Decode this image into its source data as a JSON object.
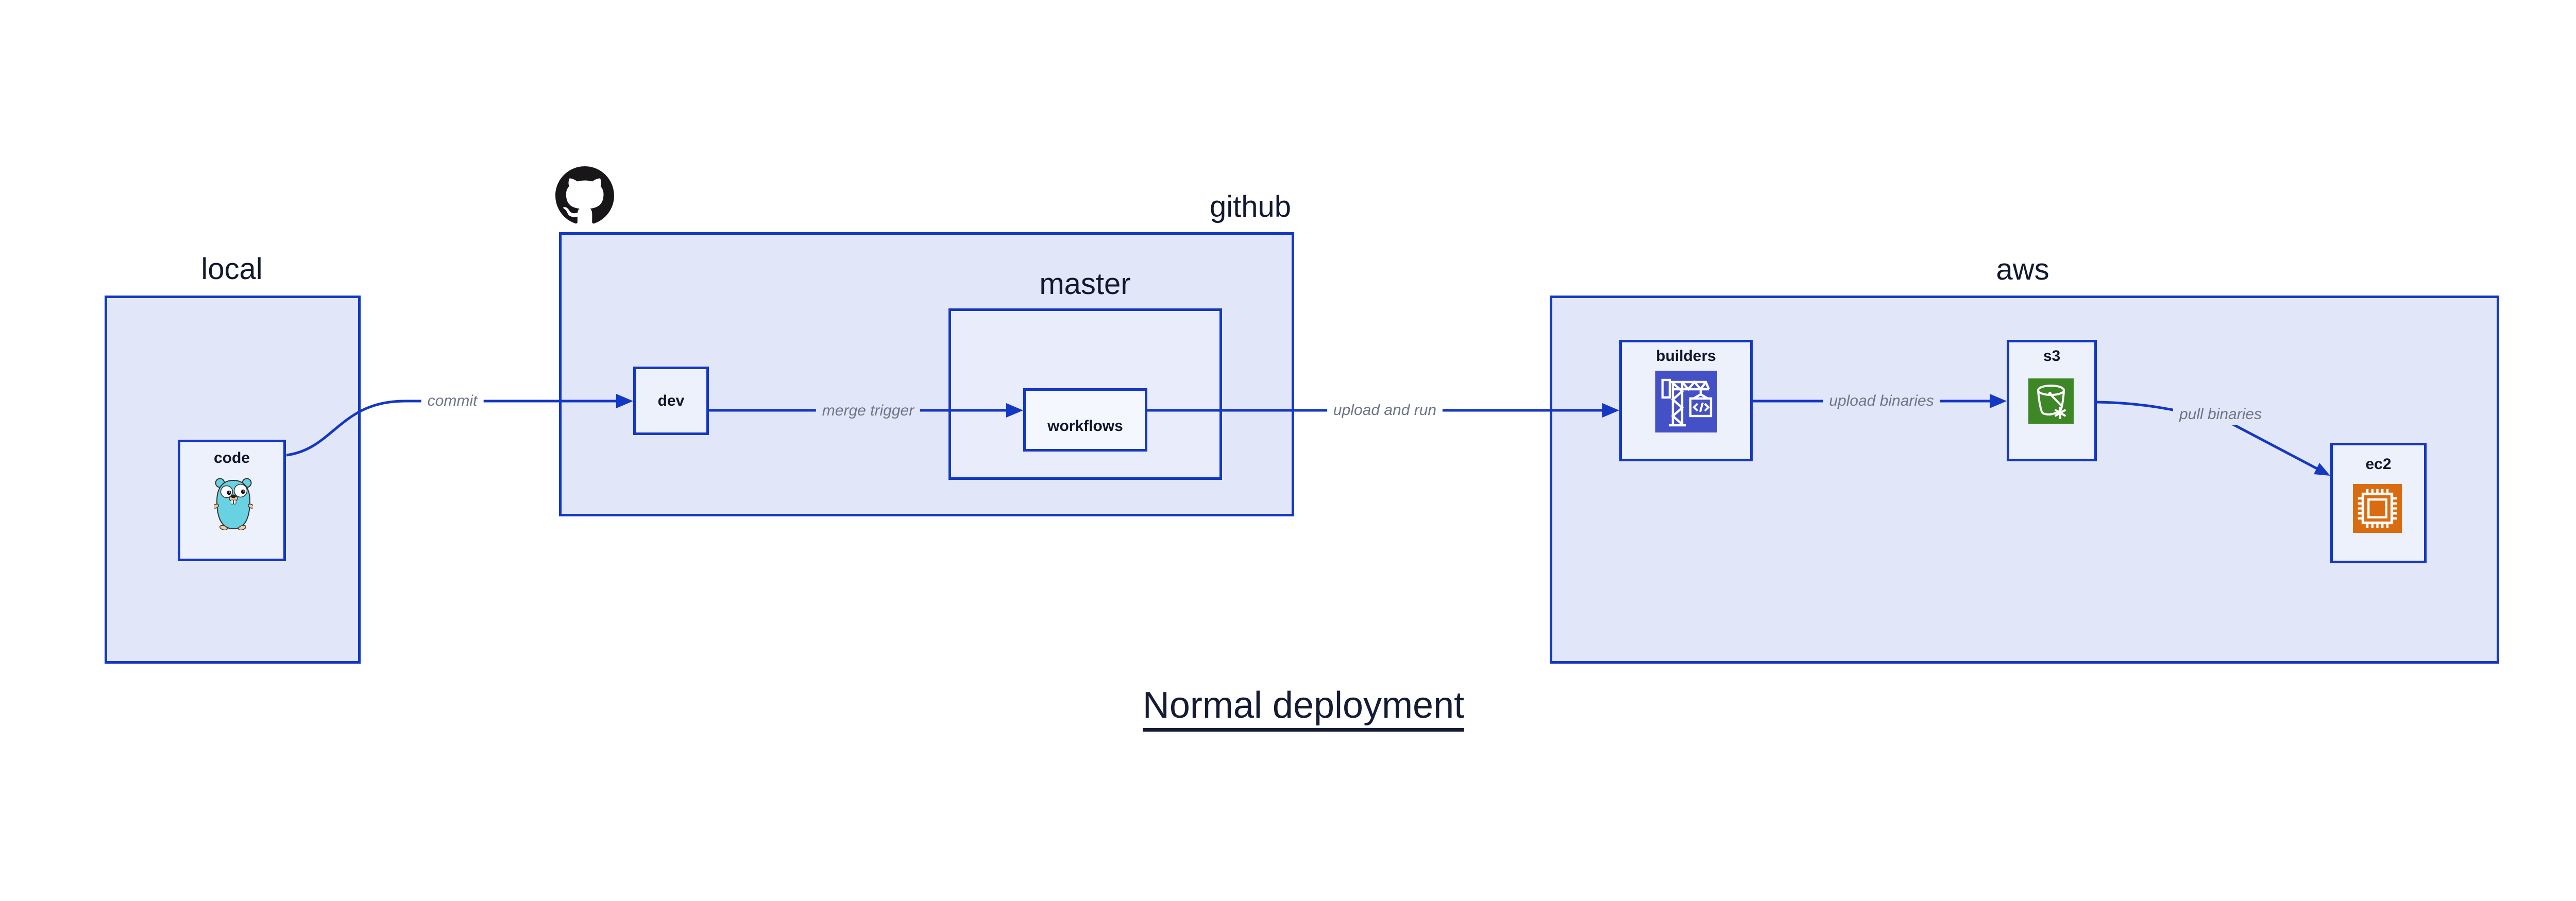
{
  "title": {
    "text": "Normal deployment"
  },
  "groups": {
    "local": {
      "label": "local"
    },
    "github": {
      "label": "github"
    },
    "master": {
      "label": "master"
    },
    "aws": {
      "label": "aws"
    }
  },
  "nodes": {
    "code": {
      "label": "code"
    },
    "dev": {
      "label": "dev"
    },
    "workflows": {
      "label": "workflows"
    },
    "builders": {
      "label": "builders"
    },
    "s3": {
      "label": "s3"
    },
    "ec2": {
      "label": "ec2"
    }
  },
  "edges": {
    "commit": {
      "label": "commit"
    },
    "merge_trigger": {
      "label": "merge trigger"
    },
    "upload_and_run": {
      "label": "upload and run"
    },
    "upload_binaries": {
      "label": "upload binaries"
    },
    "pull_binaries": {
      "label": "pull binaries"
    }
  },
  "icons": {
    "octocat": "github-octocat-icon",
    "gopher": "go-gopher-icon",
    "builders": "aws-codebuild-crane-icon",
    "s3": "aws-s3-glacier-bucket-icon",
    "ec2": "aws-ec2-chip-icon"
  },
  "colors": {
    "line_blue": "#1437c4",
    "group_fill": "#e1e7f8",
    "node_fill": "#edf1fc",
    "master_fill": "#e9edfb",
    "workflows_fill": "#f5f7fe",
    "text_dark": "#111830",
    "edge_label_gray": "#6e7587",
    "builders_icon_bg": "#4450c6",
    "s3_icon_bg": "#3e8727",
    "ec2_icon_bg": "#d96c11",
    "octocat_black": "#191619",
    "gopher_teal": "#68d1e2",
    "gopher_beige": "#f3cda4"
  }
}
